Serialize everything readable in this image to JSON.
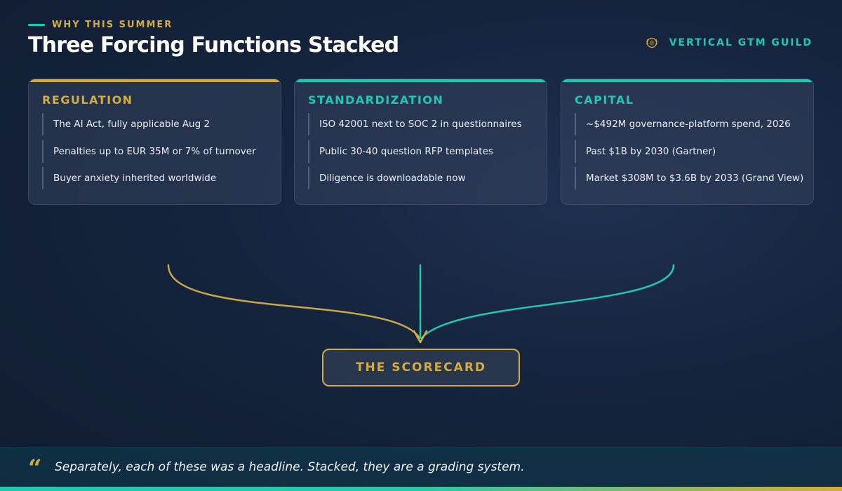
{
  "header": {
    "eyebrow": "WHY THIS SUMMER",
    "title": "Three Forcing Functions Stacked"
  },
  "brand": {
    "name": "VERTICAL GTM GUILD",
    "logo_icon": "laurel-emblem-icon"
  },
  "cards": [
    {
      "title": "REGULATION",
      "accent": "#d4ac3e",
      "items": [
        "The AI Act, fully applicable Aug 2",
        "Penalties up to EUR 35M or 7% of turnover",
        "Buyer anxiety inherited worldwide"
      ]
    },
    {
      "title": "STANDARDIZATION",
      "accent": "#1fc9b0",
      "items": [
        "ISO 42001 next to SOC 2 in questionnaires",
        "Public 30-40 question RFP templates",
        "Diligence is downloadable now"
      ]
    },
    {
      "title": "CAPITAL",
      "accent": "#1fc9b0",
      "items": [
        "~$492M governance-platform spend, 2026",
        "Past $1B by 2030 (Gartner)",
        "Market $308M to $3.6B by 2033 (Grand View)"
      ]
    }
  ],
  "target": {
    "label": "THE SCORECARD"
  },
  "quote": {
    "icon": "quote-mark-icon",
    "text": "Separately, each of these was a headline. Stacked, they are a grading system."
  },
  "colors": {
    "gold": "#d4ac3e",
    "teal": "#1fc9b0",
    "background": "#15243d"
  }
}
